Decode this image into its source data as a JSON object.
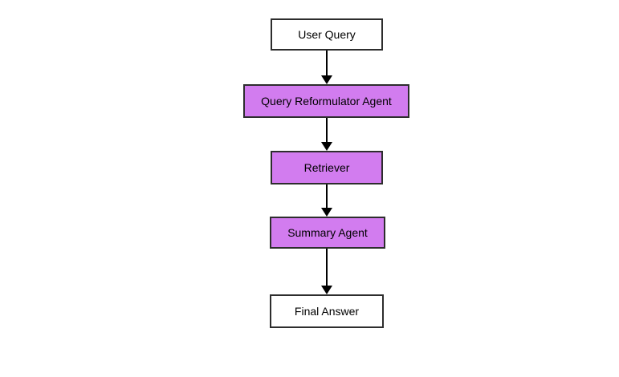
{
  "diagram": {
    "type": "flowchart",
    "direction": "top-down",
    "nodes": [
      {
        "id": "user-query",
        "label": "User Query",
        "kind": "io"
      },
      {
        "id": "query-reformulator-agent",
        "label": "Query Reformulator Agent",
        "kind": "agent"
      },
      {
        "id": "retriever",
        "label": "Retriever",
        "kind": "agent"
      },
      {
        "id": "summary-agent",
        "label": "Summary Agent",
        "kind": "agent"
      },
      {
        "id": "final-answer",
        "label": "Final Answer",
        "kind": "io"
      }
    ],
    "edges": [
      {
        "from": "user-query",
        "to": "query-reformulator-agent"
      },
      {
        "from": "query-reformulator-agent",
        "to": "retriever"
      },
      {
        "from": "retriever",
        "to": "summary-agent"
      },
      {
        "from": "summary-agent",
        "to": "final-answer"
      }
    ]
  },
  "colors": {
    "background": "#ffffff",
    "io_fill": "#ffffff",
    "agent_fill": "#d27cef",
    "border": "#2d2d2d",
    "arrow": "#000000"
  }
}
